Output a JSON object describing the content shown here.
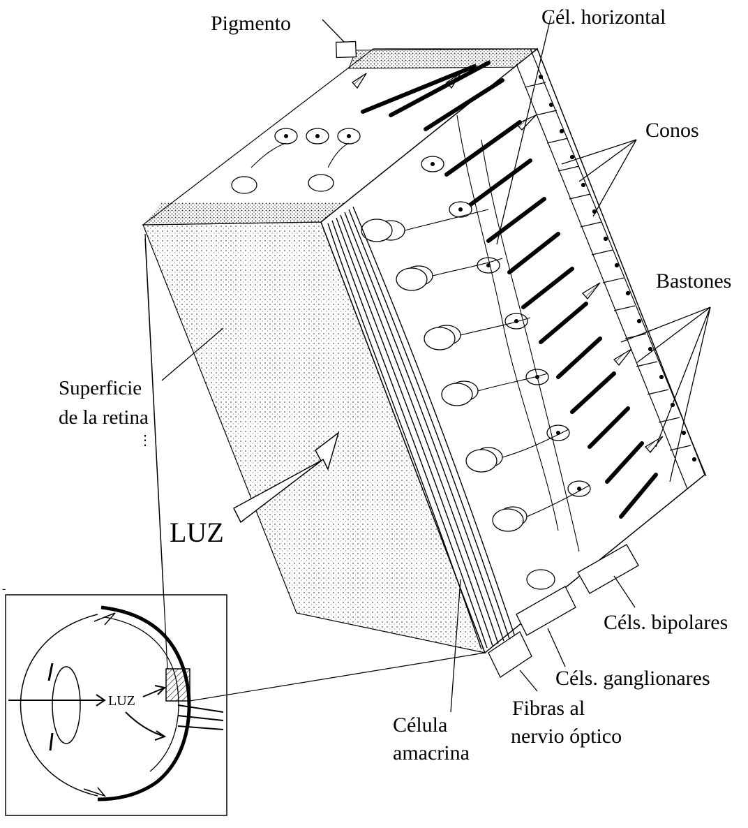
{
  "labels": {
    "pigmento": "Pigmento",
    "cel_horizontal": "Cél. horizontal",
    "conos": "Conos",
    "bastones": "Bastones",
    "superficie_line1": "Superficie",
    "superficie_line2": "de la retina",
    "luz_main": "LUZ",
    "luz_inset": "LUZ",
    "cels_bipolares": "Céls. bipolares",
    "cels_ganglionares": "Céls. ganglionares",
    "fibras_line1": "Fibras al",
    "fibras_line2": "nervio óptico",
    "celula_line1": "Célula",
    "celula_line2": "amacrina"
  },
  "colors": {
    "ink": "#000000",
    "paper": "#ffffff",
    "stipple": "#555555"
  }
}
